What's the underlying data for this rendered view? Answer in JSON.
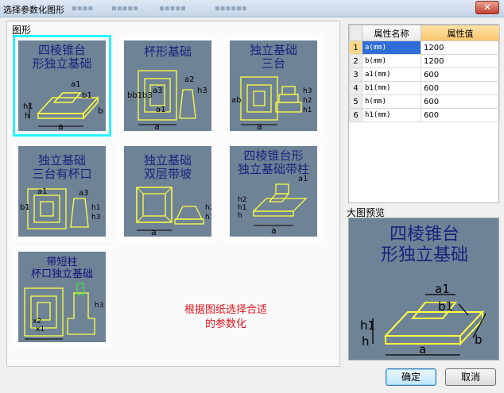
{
  "window": {
    "title": "选择参数化图形",
    "close_glyph": "✕"
  },
  "figures_group": {
    "label": "图形",
    "tiles": [
      {
        "caption_lines": [
          "四棱锥台",
          "形独立基础"
        ]
      },
      {
        "caption_lines": [
          "杯形基础"
        ]
      },
      {
        "caption_lines": [
          "独立基础",
          "三台"
        ]
      },
      {
        "caption_lines": [
          "独立基础",
          "三台有杯口"
        ]
      },
      {
        "caption_lines": [
          "独立基础",
          "双层带坡"
        ]
      },
      {
        "caption_lines": [
          "四棱锥台形",
          "独立基础带柱"
        ]
      },
      {
        "caption_lines": [
          "带短柱",
          "杯口独立基础"
        ]
      }
    ],
    "hint": "根据图纸选择合适的参数化"
  },
  "property_table": {
    "headers": {
      "name": "属性名称",
      "value": "属性值"
    },
    "rows": [
      {
        "index": "1",
        "name": "a(mm)",
        "value": "1200"
      },
      {
        "index": "2",
        "name": "b(mm)",
        "value": "1200"
      },
      {
        "index": "3",
        "name": "a1(mm)",
        "value": "600"
      },
      {
        "index": "4",
        "name": "b1(mm)",
        "value": "600"
      },
      {
        "index": "5",
        "name": "h(mm)",
        "value": "600"
      },
      {
        "index": "6",
        "name": "h1(mm)",
        "value": "600"
      }
    ]
  },
  "preview": {
    "label": "大图预览",
    "caption_lines": [
      "四棱锥台",
      "形独立基础"
    ],
    "dim_labels": [
      "a1",
      "b1",
      "h1",
      "h",
      "a",
      "b"
    ]
  },
  "buttons": {
    "ok": "确定",
    "cancel": "取消"
  }
}
